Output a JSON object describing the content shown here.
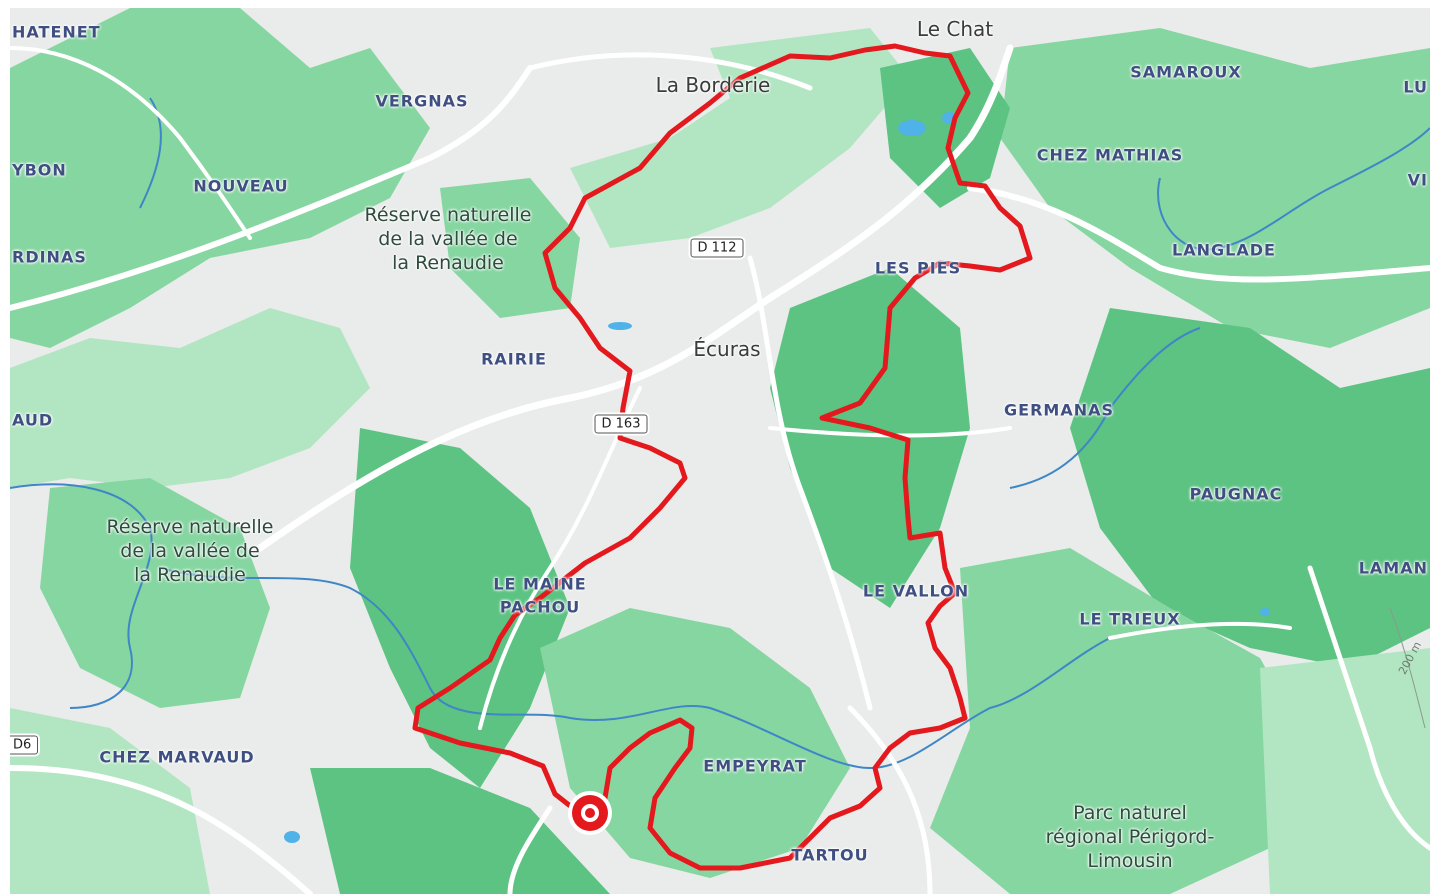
{
  "map": {
    "colors": {
      "forest_dark": "#5dc383",
      "forest": "#86d6a1",
      "forest_light": "#b2e6c2",
      "open_land": "#e9ecea",
      "road": "#ffffff",
      "river": "#3f86c7",
      "water": "#4fb2e8",
      "route": "#e3191e"
    },
    "towns": [
      {
        "name": "Le Chat"
      },
      {
        "name": "La Borderie"
      },
      {
        "name": "Écuras"
      }
    ],
    "localities": [
      {
        "name": "HATENET"
      },
      {
        "name": "VERGNAS"
      },
      {
        "name": "YBON"
      },
      {
        "name": "NOUVEAU"
      },
      {
        "name": "RDINAS"
      },
      {
        "name": "RAIRIE"
      },
      {
        "name": "AUD"
      },
      {
        "name": "LE MAINE"
      },
      {
        "name": "PACHOU"
      },
      {
        "name": "CHEZ MARVAUD"
      },
      {
        "name": "EMPEYRAT"
      },
      {
        "name": "TARTOU"
      },
      {
        "name": "LE VALLON"
      },
      {
        "name": "LES PIES"
      },
      {
        "name": "SAMAROUX"
      },
      {
        "name": "CHEZ MATHIAS"
      },
      {
        "name": "LANGLADE"
      },
      {
        "name": "GERMANAS"
      },
      {
        "name": "PAUGNAC"
      },
      {
        "name": "LE TRIEUX"
      },
      {
        "name": "LAMAN"
      },
      {
        "name": "LU"
      },
      {
        "name": "VI"
      }
    ],
    "areas": [
      {
        "name": "Réserve naturelle\nde la vallée de\nla Renaudie"
      },
      {
        "name": "Réserve naturelle\nde la vallée de\nla Renaudie"
      },
      {
        "name": "Parc naturel\nrégional Périgord-\nLimousin"
      }
    ],
    "roads": [
      {
        "ref": "D 112"
      },
      {
        "ref": "D 163"
      },
      {
        "ref": "D6"
      }
    ],
    "contour_label": "200 m",
    "route": {
      "start_marker": "start-pin"
    }
  }
}
